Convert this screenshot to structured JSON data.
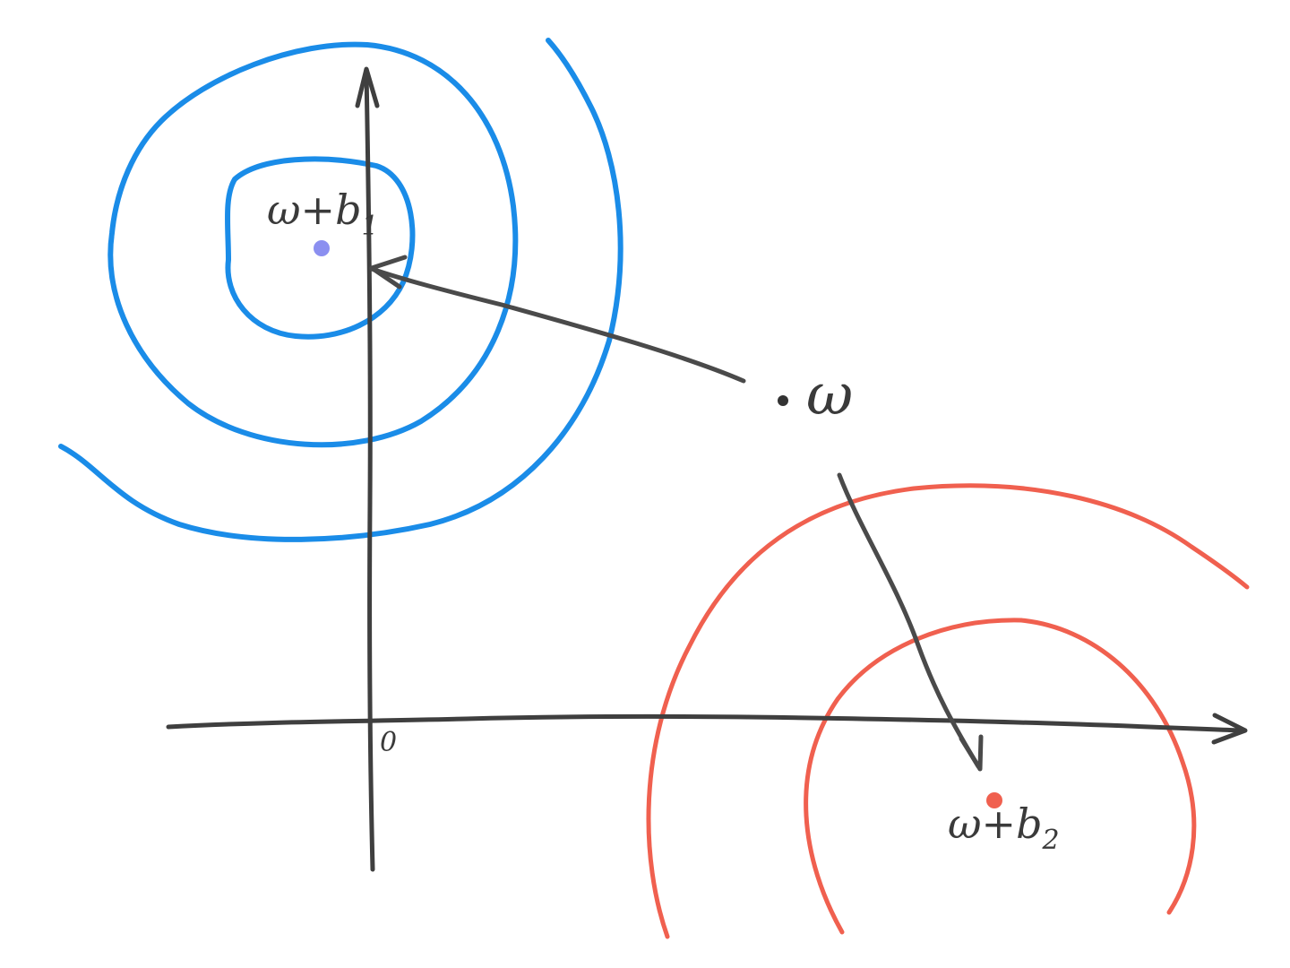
{
  "diagram": {
    "origin_label": "0",
    "point_w": "ω",
    "point_w_plus_b1": {
      "base": "ω+",
      "letter": "b",
      "index": "1"
    },
    "point_w_plus_b2": {
      "base": "ω+",
      "letter": "b",
      "index": "2"
    }
  },
  "colors": {
    "axis": "#3f3f3f",
    "blue_contours": "#1a8ce8",
    "red_contours": "#f0604f",
    "blue_center": "#8b8ff0",
    "red_center": "#f0604f",
    "arrow": "#4a4a4a"
  }
}
